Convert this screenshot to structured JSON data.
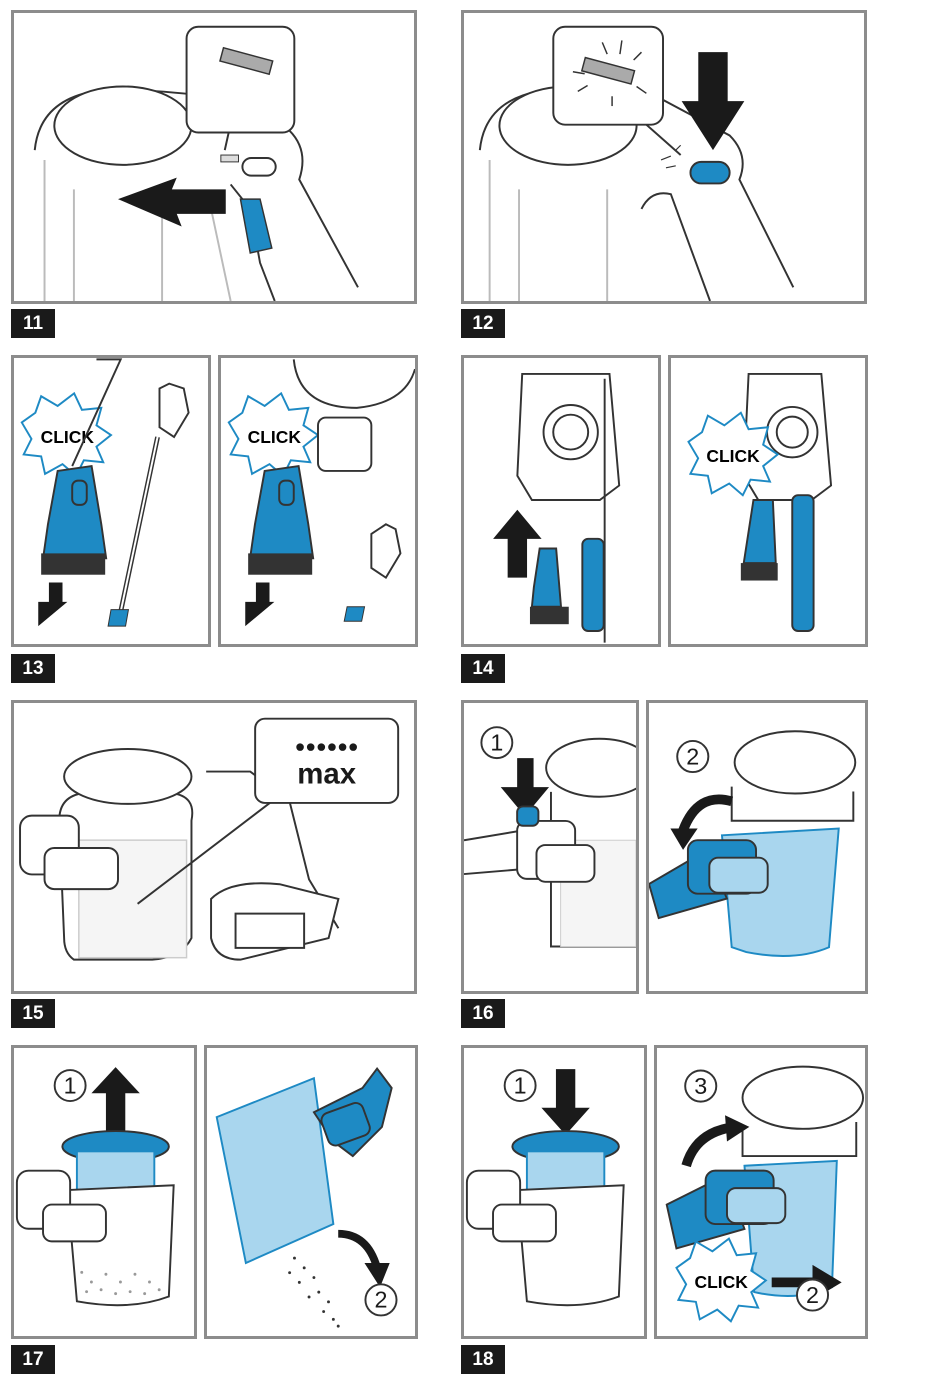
{
  "steps": {
    "s11": "11",
    "s12": "12",
    "s13": "13",
    "s14": "14",
    "s15": "15",
    "s16": "16",
    "s17": "17",
    "s18": "18"
  },
  "labels": {
    "click": "CLICK",
    "max_dots": "●●●●●●",
    "max": "max",
    "n1": "1",
    "n2": "2",
    "n3": "3"
  },
  "colors": {
    "accent": "#1e8ac4",
    "accent_light": "#a9d6ee",
    "frame": "#8c8c8c",
    "line": "#333333"
  }
}
